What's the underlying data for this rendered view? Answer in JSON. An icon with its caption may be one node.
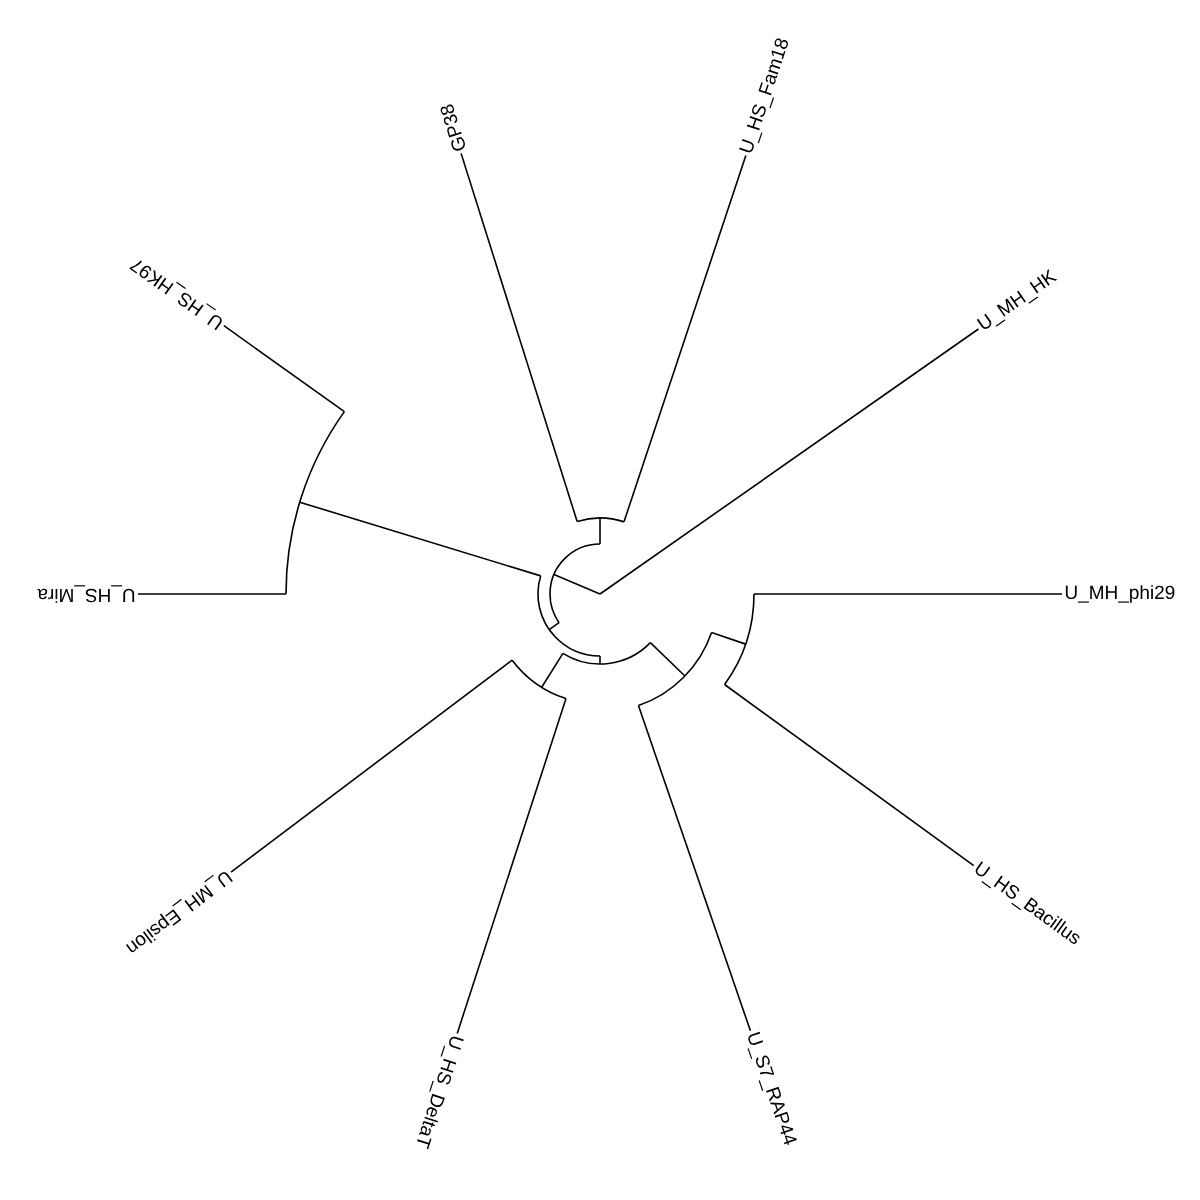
{
  "diagram": {
    "labels": [
      "GP38",
      "U_HS_Fam18",
      "U_MH_HK",
      "U_HS_HK97",
      "U_HS_Mira",
      "U_MH_phi29",
      "U_HS_Bacillus",
      "U_MH_Epsilon",
      "U_HS_DeltaT",
      "U_S7_RAP44"
    ]
  }
}
